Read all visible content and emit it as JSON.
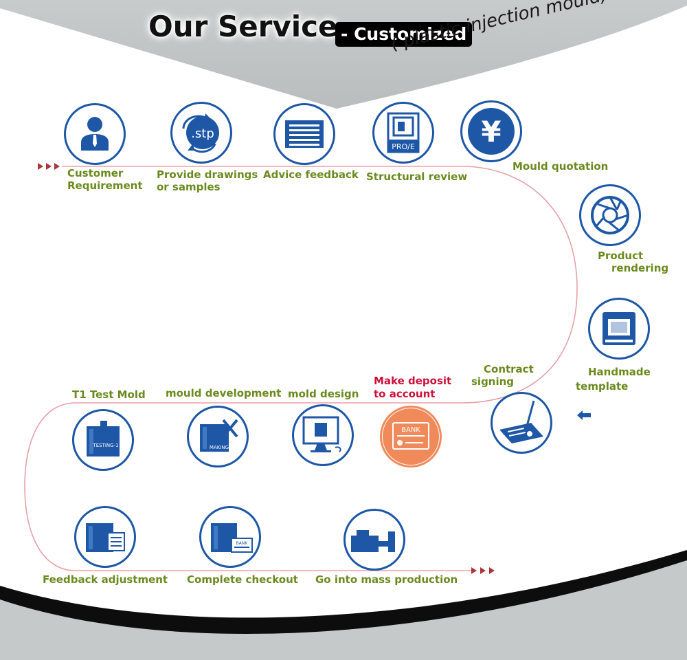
{
  "header": {
    "title": "Our Service",
    "badge": "- Customized",
    "subtitle": "( plastic injection mould)"
  },
  "icon_texts": {
    "stp": ".stp",
    "proe": "PRO/E",
    "yen": "¥",
    "bank": "BANK",
    "testing": "TESTING-1",
    "making": "MAKING",
    "bank2": "BANK"
  },
  "steps": [
    {
      "id": "customer",
      "lines": [
        "Customer",
        "Requirement"
      ],
      "icon": "person-icon"
    },
    {
      "id": "drawings",
      "lines": [
        "Provide drawings",
        "or samples"
      ],
      "icon": "stp-file-icon"
    },
    {
      "id": "advice",
      "lines": [
        "Advice feedback"
      ],
      "icon": "document-lines-icon"
    },
    {
      "id": "structural",
      "lines": [
        "Structural review"
      ],
      "icon": "proe-drawing-icon"
    },
    {
      "id": "quotation",
      "lines": [
        "Mould quotation"
      ],
      "icon": "yen-icon"
    },
    {
      "id": "rendering",
      "lines": [
        "Product",
        "rendering"
      ],
      "icon": "aperture-icon"
    },
    {
      "id": "template",
      "lines": [
        "Handmade",
        "template"
      ],
      "icon": "3d-printer-icon"
    },
    {
      "id": "contract",
      "lines": [
        "Contract",
        "signing"
      ],
      "icon": "pen-signing-icon"
    },
    {
      "id": "deposit",
      "lines": [
        "Make deposit",
        "to account"
      ],
      "icon": "bank-card-icon"
    },
    {
      "id": "design",
      "lines": [
        "mold design"
      ],
      "icon": "monitor-icon"
    },
    {
      "id": "development",
      "lines": [
        "mould development"
      ],
      "icon": "mold-making-icon"
    },
    {
      "id": "t1",
      "lines": [
        "T1 Test Mold"
      ],
      "icon": "test-mold-icon"
    },
    {
      "id": "feedback",
      "lines": [
        "Feedback adjustment"
      ],
      "icon": "mold-report-icon"
    },
    {
      "id": "checkout",
      "lines": [
        "Complete checkout"
      ],
      "icon": "mold-bank-icon"
    },
    {
      "id": "mass",
      "lines": [
        "Go into mass production"
      ],
      "icon": "injection-machine-icon"
    }
  ],
  "colors": {
    "label_green": "#6b8a1e",
    "label_red": "#d0103a",
    "icon_blue": "#1d57a6",
    "icon_orange": "#f08a5a",
    "path_pink": "#e8a0a8",
    "arrow_red": "#b0333a"
  }
}
